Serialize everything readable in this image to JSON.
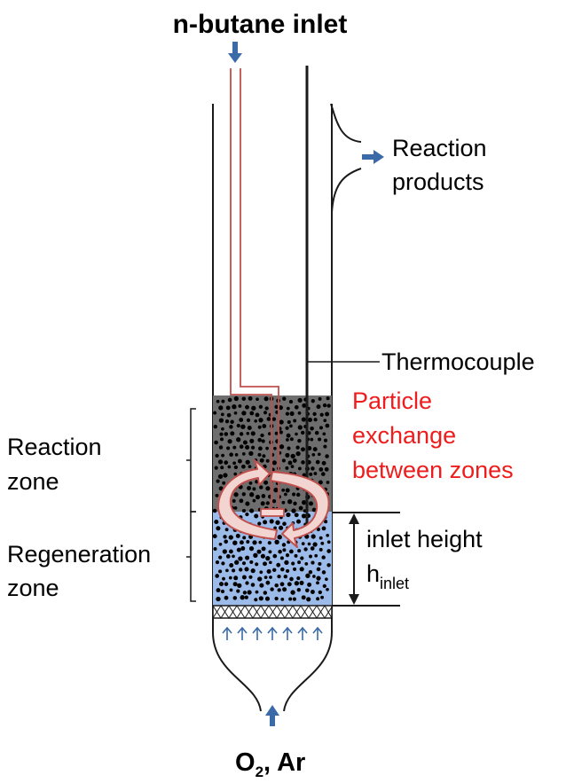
{
  "labels": {
    "top_inlet": "n-butane inlet",
    "products_line1": "Reaction",
    "products_line2": "products",
    "thermocouple": "Thermocouple",
    "exchange_line1": "Particle",
    "exchange_line2": "exchange",
    "exchange_line3": "between zones",
    "reaction_zone_line1": "Reaction",
    "reaction_zone_line2": "zone",
    "regen_zone_line1": "Regeneration",
    "regen_zone_line2": "zone",
    "inlet_height_line1": "inlet height",
    "inlet_height_h": "h",
    "inlet_height_sub": "inlet",
    "bottom_o2": "O",
    "bottom_o2_sub": "2",
    "bottom_ar": ", Ar"
  },
  "colors": {
    "tube_line": "#1a1a1a",
    "feed_pipe": "#c0504d",
    "reaction_bed": "#6e6e6e",
    "regen_bed": "#9dbbe8",
    "particle": "#000000",
    "flow_arrow": "#3a6aa8",
    "exchange_arrow_fill": "#f2d4d0",
    "exchange_arrow_stroke": "#c0504d",
    "exchange_text": "#ee1c1c"
  }
}
